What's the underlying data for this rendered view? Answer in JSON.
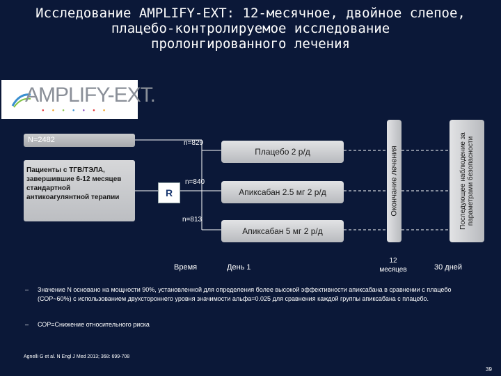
{
  "title_lines": [
    "Исследование AMPLIFY-EXT: 12-месячное, двойное слепое,",
    "плацебо-контролируемое исследование",
    "пролонгированного лечения"
  ],
  "logo": {
    "text": "AMPLIFY-EXT."
  },
  "n_total": "N=2482",
  "patients": "Пациенты с ТГВ/ТЭЛА, завершившие 6-12 месяцев стандартной антикоагулянтной терапии",
  "randomization": "R",
  "arms": [
    {
      "n": "n=829",
      "label": "Плацебо 2 р/д"
    },
    {
      "n": "n=840",
      "label": "Апиксабан 2.5 мг 2 р/д"
    },
    {
      "n": "n=813",
      "label": "Апиксабан 5 мг 2 р/д"
    }
  ],
  "end_treatment": "Окончание лечения",
  "follow_up": "Последующее наблюдение за параметрами безопасности",
  "timeline": {
    "time_label": "Время",
    "day1": "День 1",
    "months_12": "12 месяцев",
    "days_30": "30 дней"
  },
  "notes": [
    "Значение N основано на мощности 90%, установленной для определения более высокой эффективности апиксабана в сравнении с плацебо (СОР~60%) с использованием двухстороннего уровня значимости альфа=0.025 для сравнения каждой группы апиксабана с плацебо.",
    "СОР=Снижение относительного риска"
  ],
  "bullet": "–",
  "citation": "Agnelli G et al. N Engl J Med 2013; 368: 699-708",
  "page_number": "39",
  "colors": {
    "background": "#0b1838",
    "box": "#d0d1d4",
    "lines": "#ffffff"
  }
}
